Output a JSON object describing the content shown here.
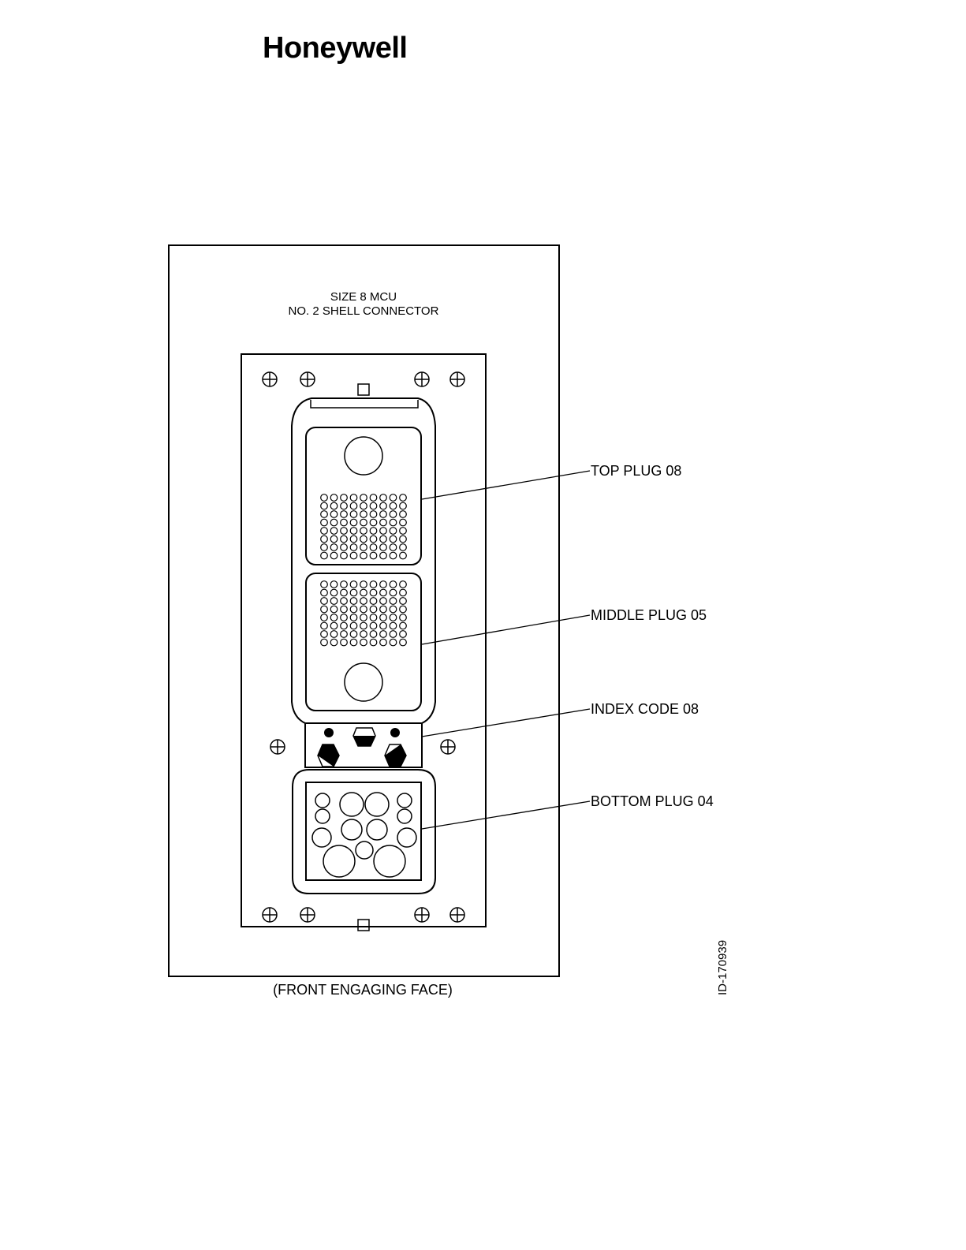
{
  "brand": {
    "logo_text": "Honeywell"
  },
  "diagram": {
    "title_line1": "SIZE 8 MCU",
    "title_line2": "NO. 2 SHELL CONNECTOR",
    "caption": "(FRONT ENGAGING FACE)",
    "figure_id": "ID-170939",
    "callouts": {
      "top_plug": "TOP PLUG 08",
      "middle_plug": "MIDDLE PLUG 05",
      "index_code": "INDEX CODE 08",
      "bottom_plug": "BOTTOM PLUG 04"
    }
  },
  "colors": {
    "ink": "#000000",
    "paper": "#ffffff"
  }
}
